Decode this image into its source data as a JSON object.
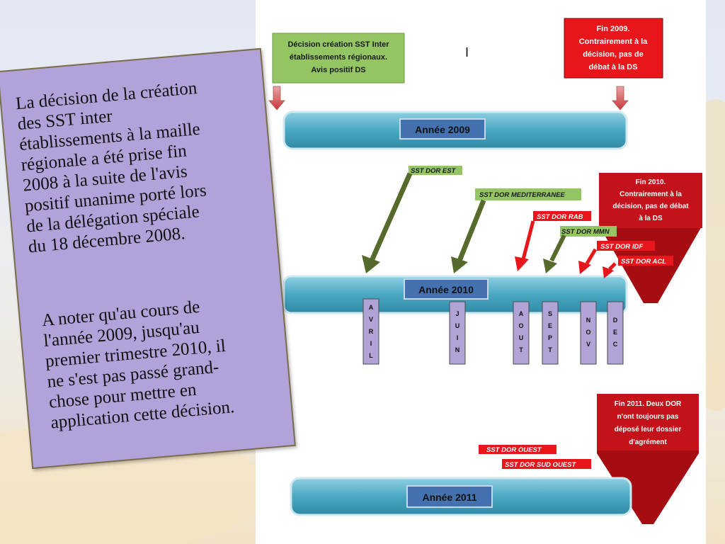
{
  "top_decision": {
    "lines": [
      "Décision création SST Inter",
      "établissements régionaux.",
      "Avis positif DS"
    ]
  },
  "cursor_mark": "I",
  "fin_2009": {
    "lines": [
      "Fin 2009.",
      "Contrairement à la",
      "décision, pas de",
      "débat à la DS"
    ]
  },
  "fin_2010": {
    "lines": [
      "Fin 2010.",
      "Contrairement à la",
      "décision, pas de débat",
      "à la DS"
    ]
  },
  "fin_2011": {
    "lines": [
      "Fin 2011. Deux DOR",
      "n'ont toujours pas",
      "déposé leur dossier",
      "d'agrément"
    ]
  },
  "years": {
    "y2009": "Année 2009",
    "y2010": "Année 2010",
    "y2011": "Année 2011"
  },
  "labels_green": {
    "est": "SST DOR EST",
    "med": "SST DOR MEDITERRANEE",
    "mmn": "SST DOR MMN"
  },
  "labels_red": {
    "rab": "SST DOR RAB",
    "idf": "SST DOR IDF",
    "acl": "SST DOR ACL",
    "ouest": "SST DOR OUEST",
    "sud_ouest": "SST DOR SUD OUEST"
  },
  "months": [
    {
      "letters": [
        "A",
        "V",
        "R",
        "I",
        "L"
      ]
    },
    {
      "letters": [
        "J",
        "U",
        "I",
        "N"
      ]
    },
    {
      "letters": [
        "A",
        "O",
        "U",
        "T"
      ]
    },
    {
      "letters": [
        "S",
        "E",
        "P",
        "T"
      ]
    },
    {
      "letters": [
        "N",
        "O",
        "V"
      ]
    },
    {
      "letters": [
        "D",
        "E",
        "C"
      ]
    }
  ],
  "note": {
    "p1_lines": [
      "La décision de la création",
      "des SST  inter",
      "établissements à la maille",
      "régionale a été prise fin",
      "2008 à la suite de l'avis",
      "positif unanime porté lors",
      "de la délégation spéciale",
      "du 18 décembre 2008."
    ],
    "p2_lines": [
      "A noter qu'au cours de",
      "l'année 2009, jusqu'au",
      "premier trimestre 2010, il",
      "ne s'est pas passé grand-",
      "chose pour mettre en",
      "application cette décision."
    ]
  },
  "colors": {
    "green": "#93c563",
    "red": "#e8161a",
    "darkred": "#a60d12",
    "teal": "#4aa8c2",
    "blue": "#4472b0",
    "month": "#b2a3d6",
    "arrow_green": "#556a2b",
    "note": "#b1a3d9"
  }
}
